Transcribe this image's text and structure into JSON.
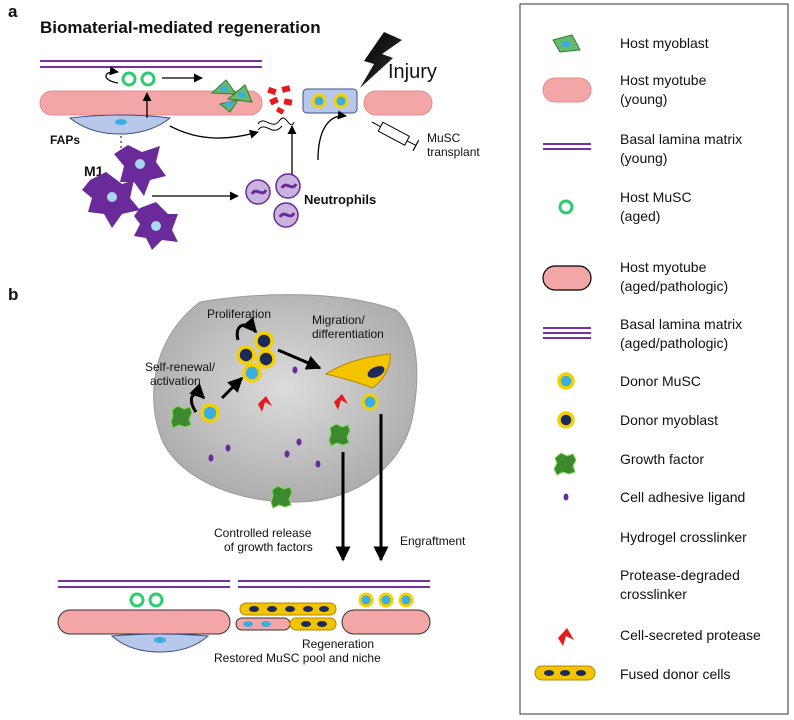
{
  "panel_a": {
    "label": "a",
    "title": "Biomaterial-mediated regeneration",
    "injury": "Injury",
    "faps": "FAPs",
    "m1": "M1",
    "neutrophils": "Neutrophils",
    "musc_line1": "MuSC",
    "musc_line2": "transplant"
  },
  "panel_b": {
    "label": "b",
    "proliferation": "Proliferation",
    "migration_line1": "Migration/",
    "migration_line2": "differentiation",
    "selfrenewal_line1": "Self-renewal/",
    "selfrenewal_line2": "activation",
    "release_line1": "Controlled release",
    "release_line2": "of growth factors",
    "engraftment": "Engraftment",
    "regeneration": "Regeneration",
    "restored": "Restored MuSC pool and niche"
  },
  "legend": {
    "items": [
      {
        "line1": "Host myoblast",
        "line2": ""
      },
      {
        "line1": "Host myotube",
        "line2": "(young)"
      },
      {
        "line1": "Basal lamina matrix",
        "line2": "(young)"
      },
      {
        "line1": "Host MuSC",
        "line2": "(aged)"
      },
      {
        "line1": "Host myotube",
        "line2": "(aged/pathologic)"
      },
      {
        "line1": "Basal lamina matrix",
        "line2": "(aged/pathologic)"
      },
      {
        "line1": "Donor MuSC",
        "line2": ""
      },
      {
        "line1": "Donor myoblast",
        "line2": ""
      },
      {
        "line1": "Growth factor",
        "line2": ""
      },
      {
        "line1": "Cell adhesive ligand",
        "line2": ""
      },
      {
        "line1": "Hydrogel crosslinker",
        "line2": ""
      },
      {
        "line1": "Protease-degraded",
        "line2": "crosslinker"
      },
      {
        "line1": "Cell-secreted protease",
        "line2": ""
      },
      {
        "line1": "Fused donor cells",
        "line2": ""
      }
    ]
  },
  "colors": {
    "myotube": "#f4a6a6",
    "lamina": "#7a2fa0",
    "musc_ring": "#2ecc71",
    "donor_ring": "#f5d000",
    "nucleus_blue": "#3aaee0",
    "nucleus_dark": "#1b2a5a",
    "macrophage": "#6a2a9a",
    "growth_factor": "#3d8a2e",
    "protease": "#e41a1c",
    "hydrogel": "#c7c7c7"
  }
}
